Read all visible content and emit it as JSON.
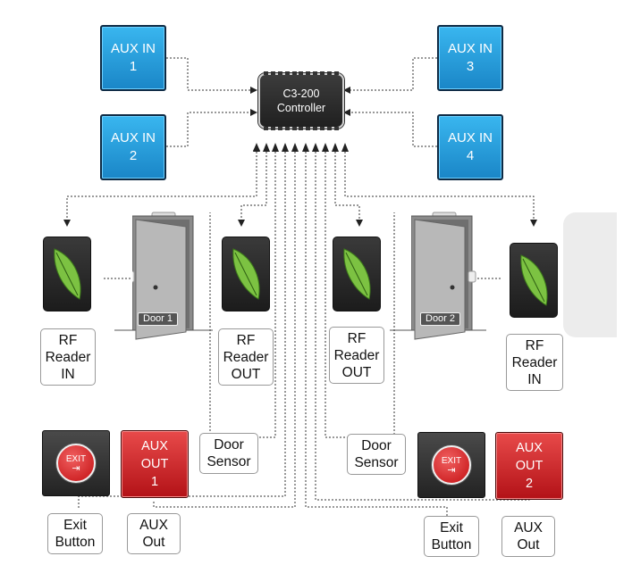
{
  "aux_in": [
    {
      "line1": "AUX IN",
      "line2": "1"
    },
    {
      "line1": "AUX IN",
      "line2": "2"
    },
    {
      "line1": "AUX IN",
      "line2": "3"
    },
    {
      "line1": "AUX IN",
      "line2": "4"
    }
  ],
  "controller": {
    "line1": "C3-200",
    "line2": "Controller"
  },
  "doors": [
    {
      "tag": "Door 1"
    },
    {
      "tag": "Door 2"
    }
  ],
  "readers": [
    {
      "line1": "RF",
      "line2": "Reader",
      "line3": "IN"
    },
    {
      "line1": "RF",
      "line2": "Reader",
      "line3": "OUT"
    },
    {
      "line1": "RF",
      "line2": "Reader",
      "line3": "OUT"
    },
    {
      "line1": "RF",
      "line2": "Reader",
      "line3": "IN"
    }
  ],
  "door_sensors": [
    {
      "line1": "Door",
      "line2": "Sensor"
    },
    {
      "line1": "Door",
      "line2": "Sensor"
    }
  ],
  "exit_buttons": [
    {
      "icon_text": "EXIT",
      "icon": "exit-door-icon",
      "line1": "Exit",
      "line2": "Button"
    },
    {
      "icon_text": "EXIT",
      "icon": "exit-door-icon",
      "line1": "Exit",
      "line2": "Button"
    }
  ],
  "aux_out": [
    {
      "line1": "AUX",
      "line2": "OUT",
      "line3": "1",
      "label1": "AUX",
      "label2": "Out"
    },
    {
      "line1": "AUX",
      "line2": "OUT",
      "line3": "2",
      "label1": "AUX",
      "label2": "Out"
    }
  ],
  "colors": {
    "aux_in": "#1a9ad9",
    "aux_out": "#d42a2a",
    "reader_leaf": "#7cc242",
    "controller": "#2a2a2a",
    "wire": "#333333"
  }
}
